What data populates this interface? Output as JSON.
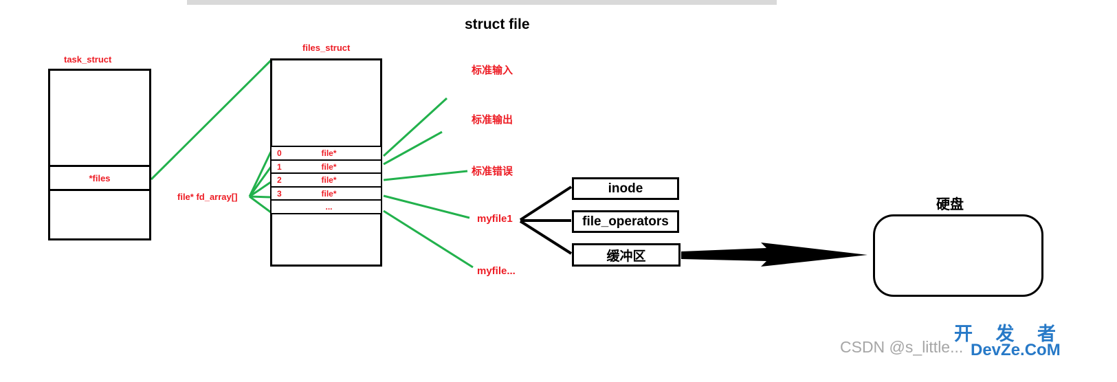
{
  "title": "struct file",
  "colors": {
    "red": "#ed1c24",
    "green": "#22b14c",
    "wm_blue": "#2779c7",
    "wm_gray": "#a6a6a6",
    "topbar_gray": "#d9d9d9"
  },
  "task_struct": {
    "title": "task_struct",
    "files_field": "*files"
  },
  "files_struct": {
    "title": "files_struct",
    "fd_array_label": "file* fd_array[]",
    "rows": [
      {
        "index": "0",
        "value": "file*"
      },
      {
        "index": "1",
        "value": "file*"
      },
      {
        "index": "2",
        "value": "file*"
      },
      {
        "index": "3",
        "value": "file*"
      },
      {
        "index": "",
        "value": "..."
      }
    ]
  },
  "fd_targets": {
    "stdin": "标准输入",
    "stdout": "标准输出",
    "stderr": "标准错误",
    "myfile1": "myfile1",
    "myfile_more": "myfile..."
  },
  "file_struct_boxes": {
    "inode": "inode",
    "file_operators": "file_operators",
    "buffer": "缓冲区"
  },
  "disk": {
    "label": "硬盘"
  },
  "watermarks": {
    "csdn": "CSDN @s_little...",
    "devze_line1": "开 发 者",
    "devze_line2": "DevZe.CoM"
  }
}
